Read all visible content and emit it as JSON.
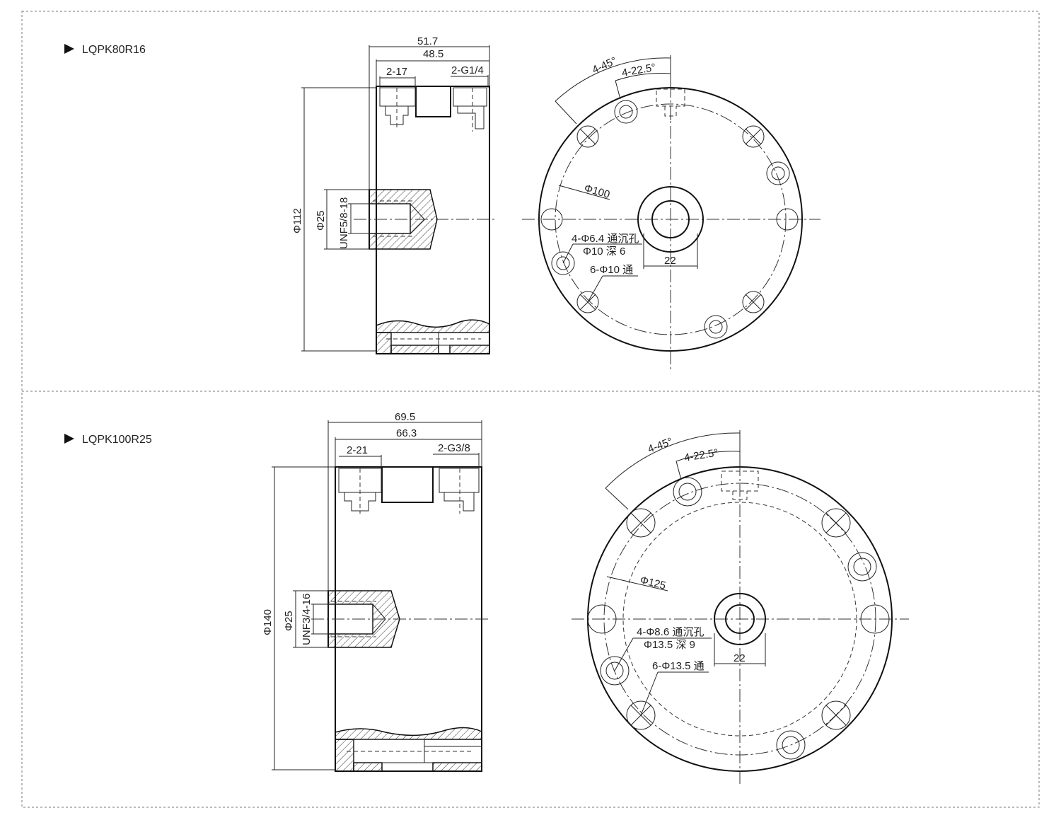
{
  "panels": [
    {
      "model": "LQPK80R16",
      "dims": {
        "total_width": "51.7",
        "body_width": "48.5",
        "left_port": "2-17",
        "right_port": "2-G1/4",
        "outer_dia": "Φ112",
        "bore_dia": "Φ25",
        "thread": "UNF5/8-18",
        "angle_outer": "4-45°",
        "angle_inner": "4-22.5°",
        "pcd": "Φ100",
        "hole_a": "4-Φ6.4 通沉孔",
        "hole_a_sub": "Φ10 深 6",
        "hole_b": "6-Φ10 通",
        "key": "22"
      }
    },
    {
      "model": "LQPK100R25",
      "dims": {
        "total_width": "69.5",
        "body_width": "66.3",
        "left_port": "2-21",
        "right_port": "2-G3/8",
        "outer_dia": "Φ140",
        "bore_dia": "Φ25",
        "thread": "UNF3/4-16",
        "angle_outer": "4-45°",
        "angle_inner": "4-22.5°",
        "pcd": "Φ125",
        "hole_a": "4-Φ8.6 通沉孔",
        "hole_a_sub": "Φ13.5 深 9",
        "hole_b": "6-Φ13.5 通",
        "key": "22"
      }
    }
  ]
}
